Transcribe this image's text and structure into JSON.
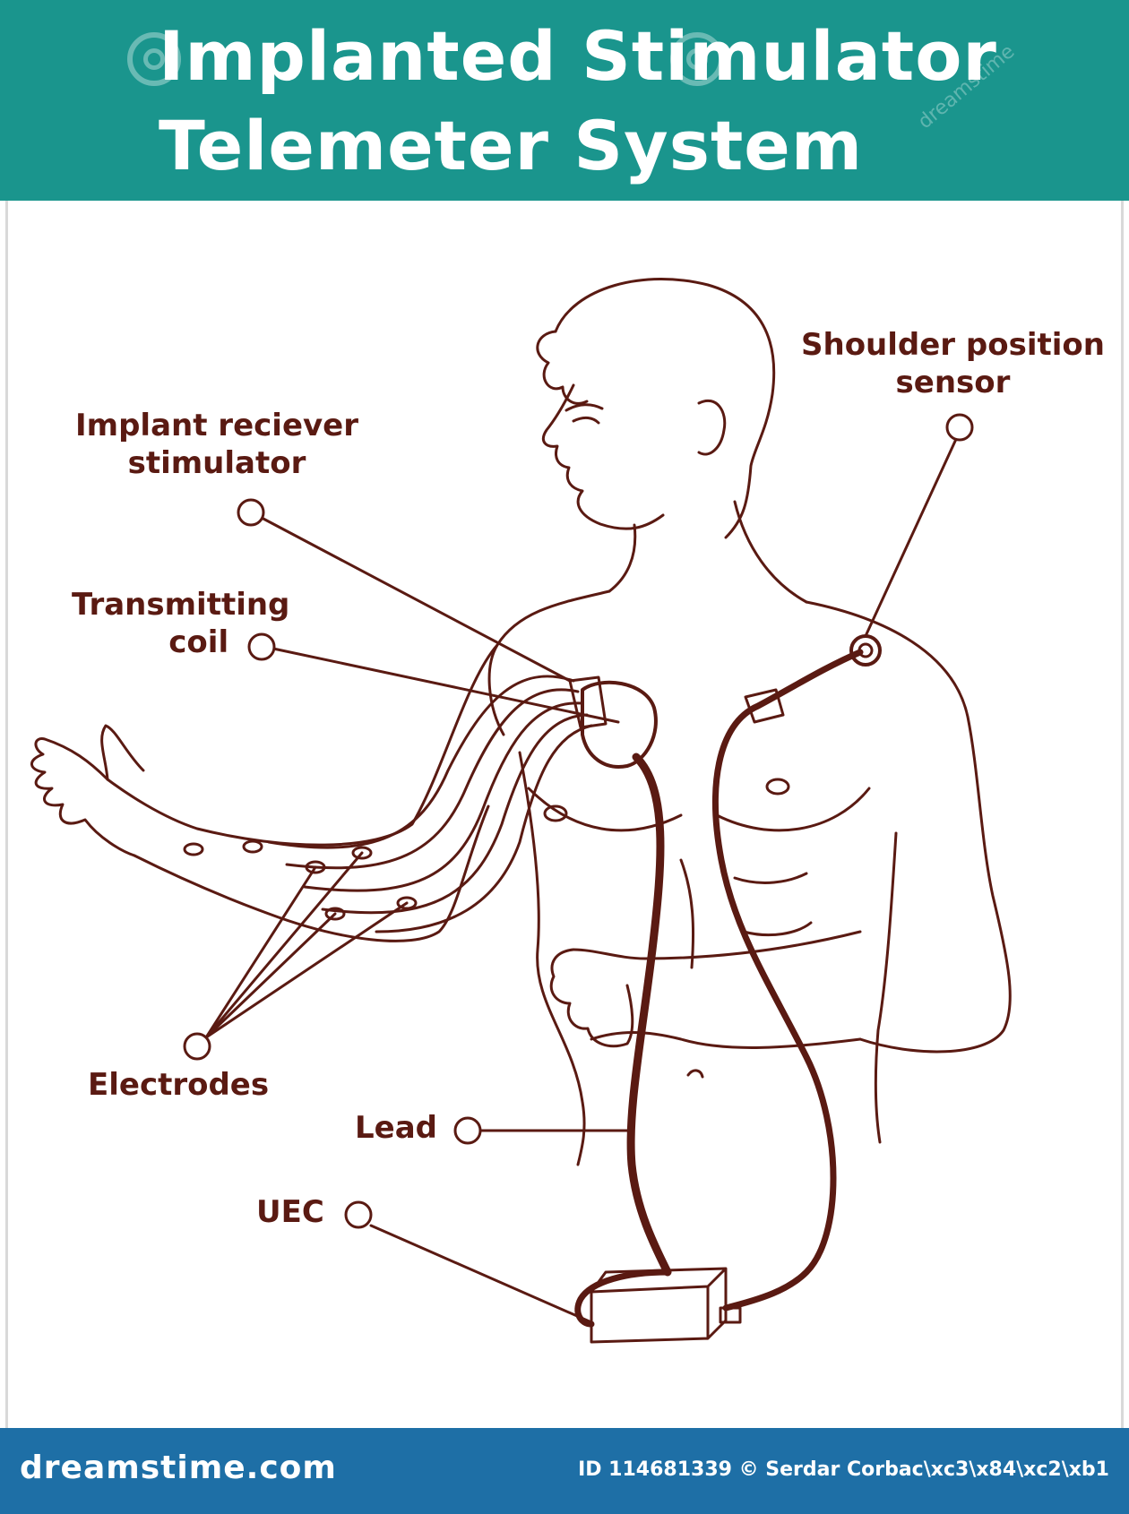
{
  "header": {
    "title_line1": "Implanted Stimulator",
    "title_line2": "Telemeter System",
    "background": "#1a958d"
  },
  "labels": {
    "shoulder": {
      "line1": "Shoulder position",
      "line2": "sensor"
    },
    "implant": {
      "line1": "Implant reciever",
      "line2": "stimulator"
    },
    "coil": {
      "line1": "Transmitting",
      "line2": "coil"
    },
    "electrodes": "Electrodes",
    "lead": "Lead",
    "uec": "UEC"
  },
  "footer": {
    "brand": "dreamstime.com",
    "id_text": "ID 114681339 © Serdar Corbac\\xc3\\x84\\xc2\\xb1",
    "background": "#1e6fa6"
  },
  "watermark": {
    "text": "dreamstime"
  },
  "colors": {
    "line": "#5a1a12",
    "accent": "#1a958d"
  }
}
